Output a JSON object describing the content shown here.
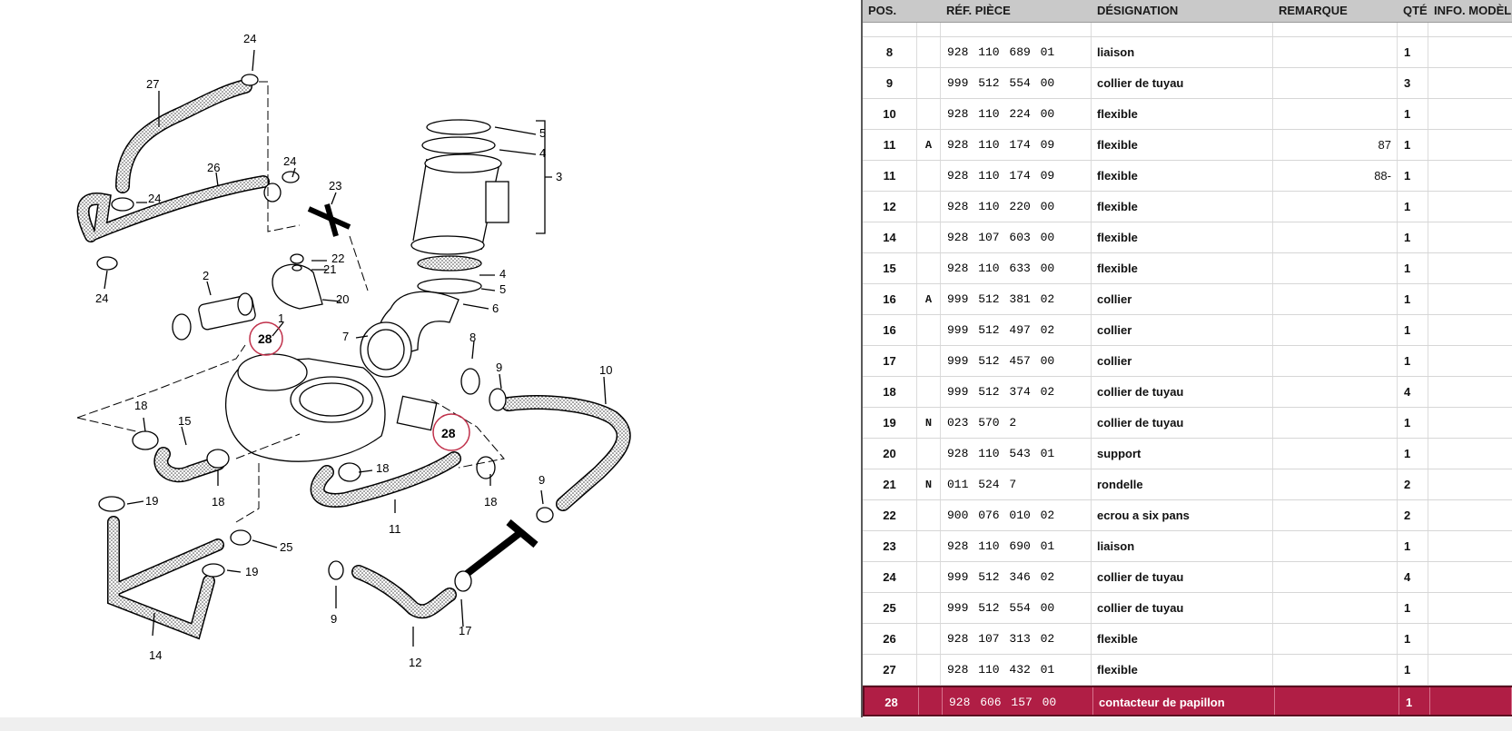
{
  "table": {
    "columns": [
      "POS.",
      "RÉF. PIÈCE",
      "DÉSIGNATION",
      "REMARQUE",
      "QTÉ",
      "INFO. MODÈLE"
    ],
    "rows": [
      {
        "pos": "8",
        "code": "",
        "ref": "928 110 689 01",
        "designation": "liaison",
        "remarque": "",
        "qty": "1"
      },
      {
        "pos": "9",
        "code": "",
        "ref": "999 512 554 00",
        "designation": "collier de tuyau",
        "remarque": "",
        "qty": "3"
      },
      {
        "pos": "10",
        "code": "",
        "ref": "928 110 224 00",
        "designation": "flexible",
        "remarque": "",
        "qty": "1"
      },
      {
        "pos": "11",
        "code": "A",
        "ref": "928 110 174 09",
        "designation": "flexible",
        "remarque": "87",
        "qty": "1"
      },
      {
        "pos": "11",
        "code": "",
        "ref": "928 110 174 09",
        "designation": "flexible",
        "remarque": "88-",
        "qty": "1"
      },
      {
        "pos": "12",
        "code": "",
        "ref": "928 110 220 00",
        "designation": "flexible",
        "remarque": "",
        "qty": "1"
      },
      {
        "pos": "14",
        "code": "",
        "ref": "928 107 603 00",
        "designation": "flexible",
        "remarque": "",
        "qty": "1"
      },
      {
        "pos": "15",
        "code": "",
        "ref": "928 110 633 00",
        "designation": "flexible",
        "remarque": "",
        "qty": "1"
      },
      {
        "pos": "16",
        "code": "A",
        "ref": "999 512 381 02",
        "designation": "collier",
        "remarque": "",
        "qty": "1"
      },
      {
        "pos": "16",
        "code": "",
        "ref": "999 512 497 02",
        "designation": "collier",
        "remarque": "",
        "qty": "1"
      },
      {
        "pos": "17",
        "code": "",
        "ref": "999 512 457 00",
        "designation": "collier",
        "remarque": "",
        "qty": "1"
      },
      {
        "pos": "18",
        "code": "",
        "ref": "999 512 374 02",
        "designation": "collier de tuyau",
        "remarque": "",
        "qty": "4"
      },
      {
        "pos": "19",
        "code": "N",
        "ref": "023 570 2",
        "designation": "collier de tuyau",
        "remarque": "",
        "qty": "1"
      },
      {
        "pos": "20",
        "code": "",
        "ref": "928 110 543 01",
        "designation": "support",
        "remarque": "",
        "qty": "1"
      },
      {
        "pos": "21",
        "code": "N",
        "ref": "011 524 7",
        "designation": "rondelle",
        "remarque": "",
        "qty": "2"
      },
      {
        "pos": "22",
        "code": "",
        "ref": "900 076 010 02",
        "designation": "ecrou a six pans",
        "remarque": "",
        "qty": "2"
      },
      {
        "pos": "23",
        "code": "",
        "ref": "928 110 690 01",
        "designation": "liaison",
        "remarque": "",
        "qty": "1"
      },
      {
        "pos": "24",
        "code": "",
        "ref": "999 512 346 02",
        "designation": "collier de tuyau",
        "remarque": "",
        "qty": "4"
      },
      {
        "pos": "25",
        "code": "",
        "ref": "999 512 554 00",
        "designation": "collier de tuyau",
        "remarque": "",
        "qty": "1"
      },
      {
        "pos": "26",
        "code": "",
        "ref": "928 107 313 02",
        "designation": "flexible",
        "remarque": "",
        "qty": "1"
      },
      {
        "pos": "27",
        "code": "",
        "ref": "928 110 432 01",
        "designation": "flexible",
        "remarque": "",
        "qty": "1"
      },
      {
        "pos": "28",
        "code": "",
        "ref": "928 606 157 00",
        "designation": "contacteur de papillon",
        "remarque": "",
        "qty": "1"
      }
    ],
    "selected_pos": "28",
    "selected_color": "#b01e45"
  },
  "diagram": {
    "highlight_color": "#c0304a",
    "callouts": {
      "n1": "1",
      "n2": "2",
      "n3": "3",
      "n4a": "4",
      "n4b": "4",
      "n5a": "5",
      "n5b": "5",
      "n6": "6",
      "n7": "7",
      "n8": "8",
      "n9a": "9",
      "n9b": "9",
      "n9c": "9",
      "n10": "10",
      "n11": "11",
      "n12": "12",
      "n14": "14",
      "n15": "15",
      "n17": "17",
      "n18a": "18",
      "n18b": "18",
      "n18c": "18",
      "n18d": "18",
      "n19a": "19",
      "n19b": "19",
      "n20": "20",
      "n21": "21",
      "n22": "22",
      "n23": "23",
      "n24a": "24",
      "n24b": "24",
      "n24c": "24",
      "n24d": "24",
      "n25": "25",
      "n26": "26",
      "n27": "27",
      "n28a": "28",
      "n28b": "28"
    }
  }
}
